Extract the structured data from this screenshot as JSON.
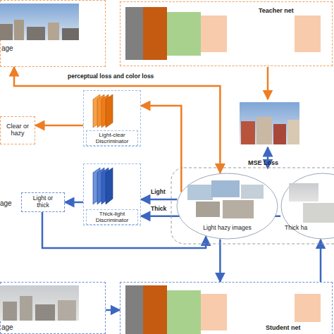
{
  "diagram": {
    "nodes": [
      {
        "text": [
          "age"
        ]
      },
      {
        "text": [
          "Teacher net"
        ]
      },
      {
        "text": [
          "Light-clear Discriminator"
        ]
      },
      {
        "text": [
          "Clear or hazy"
        ]
      },
      {
        "text": [
          "Thick-light Discriminator"
        ]
      },
      {
        "text": [
          "Light or thick"
        ]
      },
      {
        "text": [
          "Light hazy images"
        ]
      },
      {
        "text": [
          "Thick ha"
        ]
      },
      {
        "text": [
          "age"
        ]
      },
      {
        "text": [
          "Student net"
        ]
      }
    ],
    "edges": [
      {
        "from": 6,
        "to": 2,
        "arrow": "to"
      },
      {
        "from": 6,
        "to": 4,
        "label": "Light",
        "arrow": "to"
      },
      {
        "from": 7,
        "to": 4,
        "label": "Thick",
        "arrow": "to"
      },
      {
        "from": 2,
        "to": 3,
        "arrow": "to"
      },
      {
        "from": 4,
        "to": 5,
        "arrow": "to"
      },
      {
        "from": 5,
        "to": 6,
        "arrow": "to"
      },
      {
        "from": 6,
        "to": 0,
        "label": "perceptual loss and color loss",
        "arrow": "both"
      },
      {
        "from": 8,
        "to": 9,
        "arrow": "to"
      },
      {
        "from": 6,
        "to": 9,
        "arrow": "to"
      },
      {
        "from": 9,
        "to": 7,
        "arrow": "to"
      }
    ],
    "labels": [
      "MSE Loss",
      "age"
    ]
  }
}
